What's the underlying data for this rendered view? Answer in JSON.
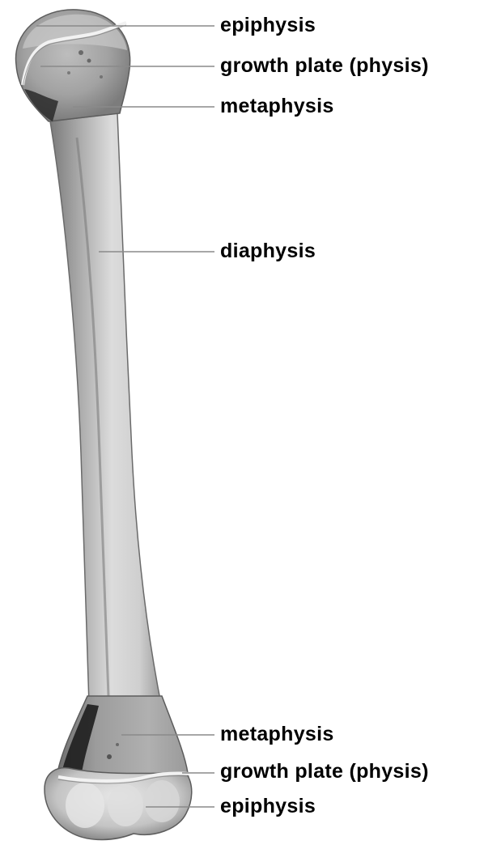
{
  "labels": {
    "top_epiphysis": "epiphysis",
    "top_growth_plate": "growth plate (physis)",
    "top_metaphysis": "metaphysis",
    "diaphysis": "diaphysis",
    "bottom_metaphysis": "metaphysis",
    "bottom_growth_plate": "growth plate (physis)",
    "bottom_epiphysis": "epiphysis"
  },
  "colors": {
    "background": "#ffffff",
    "leader_line": "#8a8a8a",
    "growth_plate_line": "#f2f2f2",
    "label_text": "#000000"
  }
}
